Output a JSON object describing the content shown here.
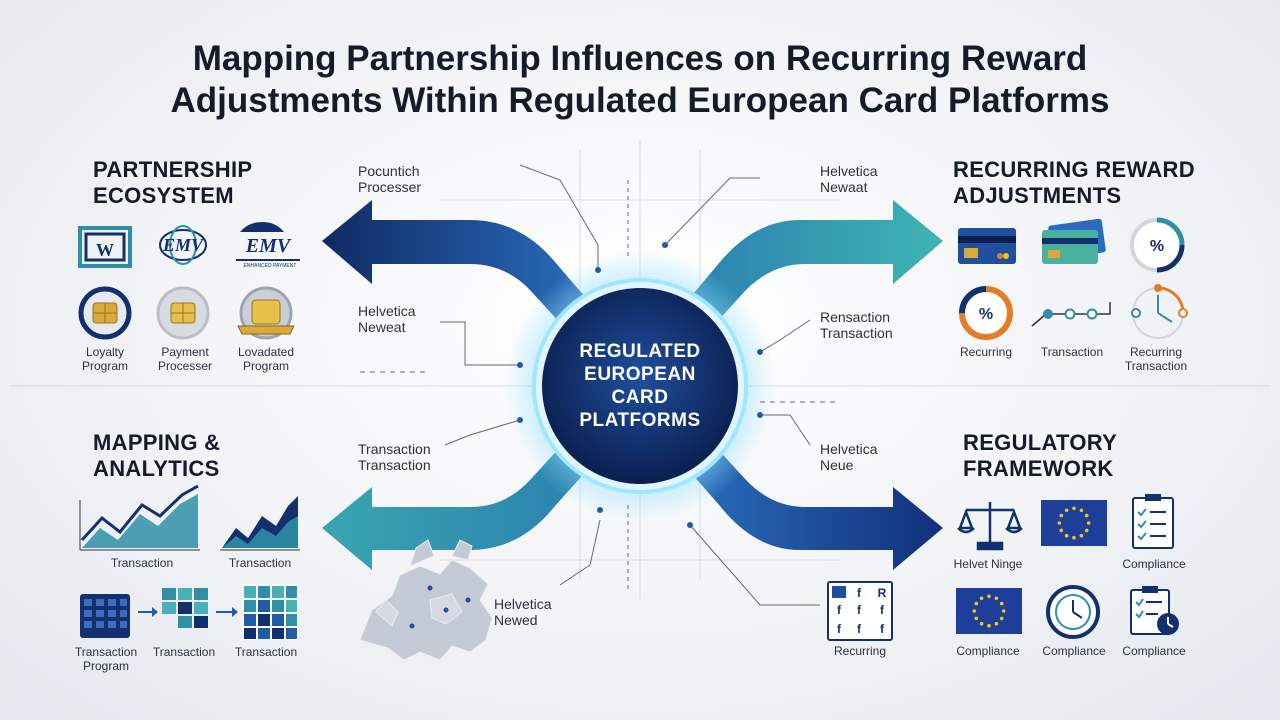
{
  "title_line1": "Mapping Partnership Influences on Recurring Reward",
  "title_line2": "Adjustments Within Regulated European Card Platforms",
  "center": {
    "line1": "REGULATED",
    "line2": "EUROPEAN",
    "line3": "CARD",
    "line4": "PLATFORMS"
  },
  "sections": {
    "partnership": {
      "title_line1": "PARTNERSHIP",
      "title_line2": "ECOSYSTEM",
      "logo_emv1": "EMV",
      "logo_emv2": "EMV",
      "labels": [
        {
          "line1": "Loyalty",
          "line2": "Program"
        },
        {
          "line1": "Payment",
          "line2": "Processer"
        },
        {
          "line1": "Lovadated",
          "line2": "Program"
        }
      ]
    },
    "recurring": {
      "title_line1": "RECURRING REWARD",
      "title_line2": "ADJUSTMENTS",
      "labels": [
        {
          "line1": "Recurring",
          "line2": ""
        },
        {
          "line1": "Transaction",
          "line2": ""
        },
        {
          "line1": "Recurring",
          "line2": "Transaction"
        }
      ]
    },
    "mapping": {
      "title_line1": "MAPPING &",
      "title_line2": "ANALYTICS",
      "chart_labels": [
        "Transaction",
        "Transaction"
      ],
      "grid_labels": [
        {
          "line1": "Transaction",
          "line2": "Program"
        },
        {
          "line1": "Transaction",
          "line2": ""
        },
        {
          "line1": "Transaction",
          "line2": ""
        }
      ]
    },
    "regulatory": {
      "title_line1": "REGULATORY",
      "title_line2": "FRAMEWORK",
      "labels_row1": [
        "Helvet Ninge",
        "Compliance"
      ],
      "labels_row2": [
        "Compliance",
        "Compliance",
        "Compliance"
      ]
    }
  },
  "flow_labels": {
    "top_left": {
      "line1": "Pocuntich",
      "line2": "Processer"
    },
    "top_right": {
      "line1": "Helvetica",
      "line2": "Newaat"
    },
    "mid_left": {
      "line1": "Helvetica",
      "line2": "Neweat"
    },
    "mid_right": {
      "line1": "Rensaction",
      "line2": "Transaction"
    },
    "lower_left": {
      "line1": "Transaction",
      "line2": "Transaction"
    },
    "lower_right": {
      "line1": "Helvetica",
      "line2": "Neue"
    },
    "bottom_center": {
      "line1": "Helvetica",
      "line2": "Newed"
    },
    "bottom_right": {
      "line1": "Recurring",
      "line2": ""
    }
  },
  "colors": {
    "navy": "#12306e",
    "blue": "#1f5ca8",
    "teal": "#2f9aa8",
    "gold": "#d9a93a",
    "orange": "#e57c2a",
    "eu_blue": "#1d3f9a",
    "eu_star": "#f2c416"
  }
}
